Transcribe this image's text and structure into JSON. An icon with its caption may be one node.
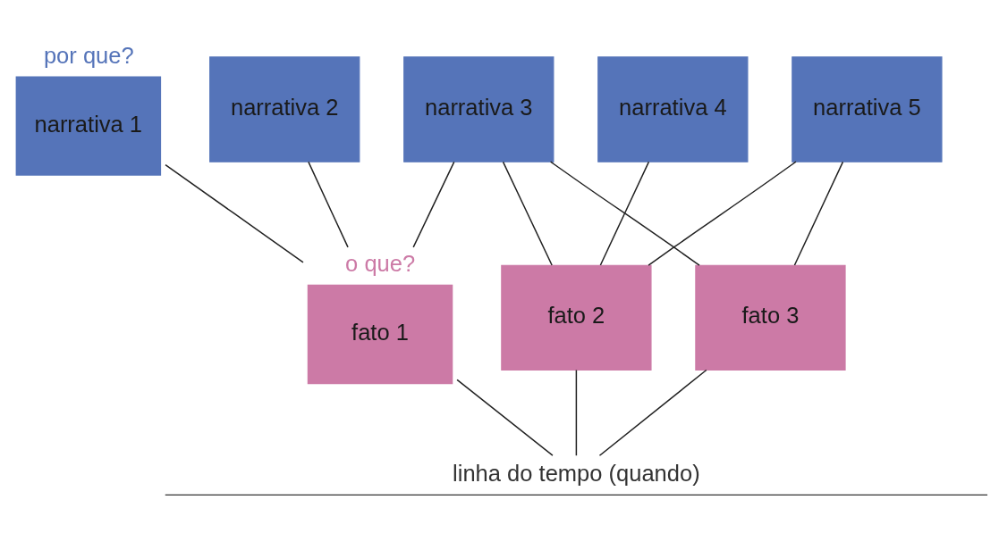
{
  "diagram": {
    "nodes": [
      {
        "text": [
          "narrativa 1"
        ],
        "beside": [
          "por que?"
        ]
      },
      {
        "text": [
          "narrativa 2"
        ]
      },
      {
        "text": [
          "narrativa 3"
        ]
      },
      {
        "text": [
          "narrativa 4"
        ]
      },
      {
        "text": [
          "narrativa 5"
        ]
      },
      {
        "text": [
          "fato 1"
        ],
        "beside": [
          "o que?"
        ]
      },
      {
        "text": [
          "fato 2"
        ]
      },
      {
        "text": [
          "fato 3"
        ]
      },
      {
        "text": [
          "linha do tempo (quando)"
        ]
      }
    ],
    "edges": [
      {
        "from": 0,
        "to": 5,
        "arrow": "none"
      },
      {
        "from": 1,
        "to": 5,
        "arrow": "none"
      },
      {
        "from": 2,
        "to": 5,
        "arrow": "none"
      },
      {
        "from": 2,
        "to": 6,
        "arrow": "none"
      },
      {
        "from": 2,
        "to": 7,
        "arrow": "none"
      },
      {
        "from": 3,
        "to": 6,
        "arrow": "none"
      },
      {
        "from": 4,
        "to": 6,
        "arrow": "none"
      },
      {
        "from": 4,
        "to": 7,
        "arrow": "none"
      },
      {
        "from": 5,
        "to": 8,
        "arrow": "none"
      },
      {
        "from": 6,
        "to": 8,
        "arrow": "none"
      },
      {
        "from": 7,
        "to": 8,
        "arrow": "none"
      }
    ]
  }
}
